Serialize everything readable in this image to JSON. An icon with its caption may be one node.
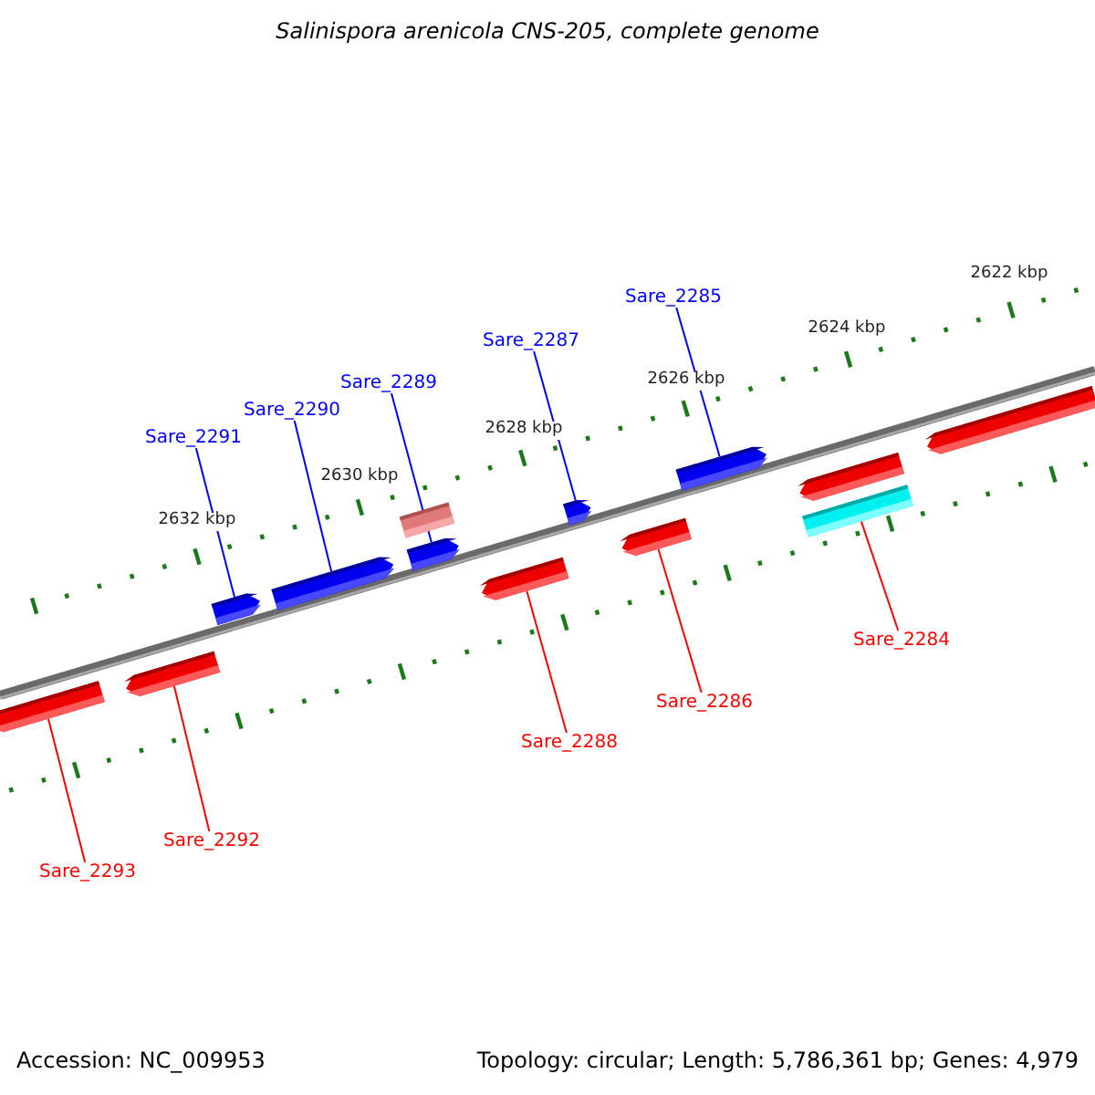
{
  "diagram": {
    "title": "Salinispora arenicola CNS-205, complete genome",
    "nodes": [
      {
        "text": [
          "Sare_2291"
        ]
      },
      {
        "text": [
          "Sare_2290"
        ]
      },
      {
        "text": [
          "Sare_2289"
        ]
      },
      {
        "text": [
          "Sare_2287"
        ]
      },
      {
        "text": [
          "Sare_2285"
        ]
      },
      {
        "text": [],
        "shape": "bar"
      },
      {
        "text": [],
        "shape": "bar"
      },
      {
        "text": [],
        "shape": "bar"
      },
      {
        "text": [],
        "shape": "bar"
      },
      {
        "text": [],
        "shape": "bar"
      },
      {
        "text": [],
        "shape": "bar"
      },
      {
        "text": [],
        "shape": "bar"
      },
      {
        "text": [],
        "shape": "bar"
      },
      {
        "text": [],
        "shape": "bar"
      },
      {
        "text": [],
        "shape": "bar"
      },
      {
        "text": [],
        "shape": "bar"
      },
      {
        "text": [],
        "shape": "bar"
      },
      {
        "text": [],
        "shape": "bar"
      },
      {
        "text": [
          "Sare_2293"
        ]
      },
      {
        "text": [
          "Sare_2292"
        ]
      },
      {
        "text": [
          "Sare_2288"
        ]
      },
      {
        "text": [
          "Sare_2286"
        ]
      },
      {
        "text": [
          "Sare_2284"
        ]
      }
    ],
    "edges": [
      {
        "from": 0,
        "to": 7,
        "arrow": "none",
        "color": "#0000ff"
      },
      {
        "from": 1,
        "to": 8,
        "arrow": "none",
        "color": "#0000ff"
      },
      {
        "from": 2,
        "to": 10,
        "arrow": "none",
        "color": "#0000ff"
      },
      {
        "from": 3,
        "to": 12,
        "arrow": "none",
        "color": "#0000ff"
      },
      {
        "from": 4,
        "to": 14,
        "arrow": "none",
        "color": "#0000ff"
      },
      {
        "from": 18,
        "to": 5,
        "arrow": "none",
        "color": "#ff0000"
      },
      {
        "from": 19,
        "to": 6,
        "arrow": "none",
        "color": "#ff0000"
      },
      {
        "from": 20,
        "to": 11,
        "arrow": "none",
        "color": "#ff0000"
      },
      {
        "from": 21,
        "to": 13,
        "arrow": "none",
        "color": "#ff0000"
      },
      {
        "from": 22,
        "to": 16,
        "arrow": "none",
        "color": "#ff0000"
      }
    ],
    "labels": [
      "2622 kbp",
      "2624 kbp",
      "2626 kbp",
      "2628 kbp",
      "2630 kbp",
      "2632 kbp",
      "Accession: NC_009953",
      "Topology: circular; Length: 5,786,361 bp; Genes: 4,979"
    ]
  }
}
